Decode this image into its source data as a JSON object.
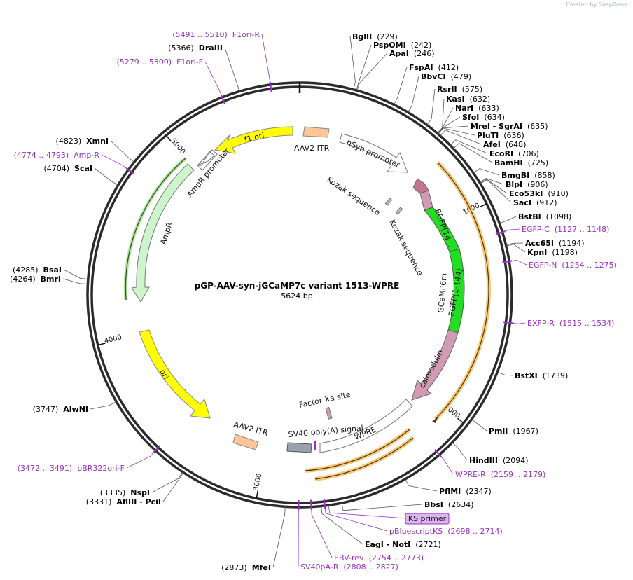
{
  "plasmid": {
    "name": "pGP-AAV-syn-jGCaMP7c variant 1513-WPRE",
    "length_text": "5624 bp",
    "length": 5624,
    "tick_labels": [
      "1000",
      "2000",
      "3000",
      "4000",
      "5000"
    ]
  },
  "credit": {
    "prefix": "Created by",
    "brand": "SnapGene"
  },
  "colors": {
    "backbone": "#2b2b2b",
    "primer": "#9b30c6",
    "enzyme_line": "#555555",
    "f1_ori": "#ffff00",
    "ori": "#ffff00",
    "ampr": "#ccf5cc",
    "promoter": "#ffffff",
    "itr": "#ffc59a",
    "egfp": "#22dd22",
    "calmodulin": "#d19bb4",
    "wpre_outline": "#f5c87a",
    "polya": "#9aa3ad",
    "ks_primer_box": "#ddb3f0"
  },
  "features": [
    {
      "label": "f1 ori"
    },
    {
      "label": "AAV2 ITR"
    },
    {
      "label": "hSyn promoter"
    },
    {
      "label": "AmpR promoter"
    },
    {
      "label": "AmpR"
    },
    {
      "label": "Kozak sequence"
    },
    {
      "label": "Kozak sequence"
    },
    {
      "label": "EGFP(14..."
    },
    {
      "label": "EGFP(1-144)"
    },
    {
      "label": "GCaMP6m"
    },
    {
      "label": "calmodulin"
    },
    {
      "label": "ori"
    },
    {
      "label": "Factor Xa site"
    },
    {
      "label": "SV40 poly(A) signal"
    },
    {
      "label": "WPRE"
    },
    {
      "label": "AAV2 ITR"
    }
  ],
  "labels": [
    {
      "kind": "enzyme",
      "name": "BglII",
      "pos": "(229)"
    },
    {
      "kind": "enzyme",
      "name": "PspOMI",
      "pos": "(242)"
    },
    {
      "kind": "enzyme",
      "name": "ApaI",
      "pos": "(246)"
    },
    {
      "kind": "enzyme",
      "name": "FspAI",
      "pos": "(412)"
    },
    {
      "kind": "enzyme",
      "name": "BbvCI",
      "pos": "(479)"
    },
    {
      "kind": "enzyme",
      "name": "RsrII",
      "pos": "(575)"
    },
    {
      "kind": "enzyme",
      "name": "KasI",
      "pos": "(632)"
    },
    {
      "kind": "enzyme",
      "name": "NarI",
      "pos": "(633)"
    },
    {
      "kind": "enzyme",
      "name": "SfoI",
      "pos": "(634)"
    },
    {
      "kind": "enzyme",
      "name": "MreI",
      "suffix": " - SgrAI",
      "pos": "(635)"
    },
    {
      "kind": "enzyme",
      "name": "PluTI",
      "pos": "(636)"
    },
    {
      "kind": "enzyme",
      "name": "AfeI",
      "pos": "(648)"
    },
    {
      "kind": "enzyme",
      "name": "EcoRI",
      "pos": "(706)"
    },
    {
      "kind": "enzyme",
      "name": "BamHI",
      "pos": "(725)"
    },
    {
      "kind": "enzyme",
      "name": "BmgBI",
      "pos": "(858)"
    },
    {
      "kind": "enzyme",
      "name": "BlpI",
      "pos": "(906)"
    },
    {
      "kind": "enzyme",
      "name": "Eco53kI",
      "pos": "(910)"
    },
    {
      "kind": "enzyme",
      "name": "SacI",
      "pos": "(912)"
    },
    {
      "kind": "enzyme",
      "name": "BstBI",
      "pos": "(1098)"
    },
    {
      "kind": "primer",
      "name": "EGFP-C",
      "pos": "(1127 .. 1148)"
    },
    {
      "kind": "enzyme",
      "name": "Acc65I",
      "pos": "(1194)"
    },
    {
      "kind": "enzyme",
      "name": "KpnI",
      "pos": "(1198)"
    },
    {
      "kind": "primer",
      "name": "EGFP-N",
      "pos": "(1254 .. 1275)"
    },
    {
      "kind": "primer",
      "name": "EXFP-R",
      "pos": "(1515 .. 1534)"
    },
    {
      "kind": "enzyme",
      "name": "BstXI",
      "pos": "(1739)"
    },
    {
      "kind": "enzyme",
      "name": "PmlI",
      "pos": "(1967)"
    },
    {
      "kind": "enzyme",
      "name": "HindIII",
      "pos": "(2094)"
    },
    {
      "kind": "primer",
      "name": "WPRE-R",
      "pos": "(2159 .. 2179)"
    },
    {
      "kind": "enzyme",
      "name": "PflMI",
      "pos": "(2347)"
    },
    {
      "kind": "enzyme",
      "name": "BbsI",
      "pos": "(2634)"
    },
    {
      "kind": "primer_box",
      "name": "KS primer",
      "pos": ""
    },
    {
      "kind": "primer",
      "name": "pBluescriptKS",
      "pos": "(2698 .. 2714)"
    },
    {
      "kind": "enzyme",
      "name": "EagI",
      "suffix": " - NotI",
      "pos": "(2721)"
    },
    {
      "kind": "primer",
      "name": "EBV-rev",
      "pos": "(2754 .. 2773)"
    },
    {
      "kind": "primer",
      "name": "SV40pA-R",
      "pos": "(2808 .. 2827)"
    },
    {
      "kind": "enzyme",
      "name": "MfeI",
      "pos": "(2873)",
      "pos_first": true
    },
    {
      "kind": "enzyme",
      "name": "NspI",
      "pos": "(3335)",
      "pos_first": true
    },
    {
      "kind": "enzyme",
      "name": "AflIII",
      "suffix": " - PciI",
      "pos": "(3331)",
      "pos_first": true
    },
    {
      "kind": "primer",
      "name": "pBR322ori-F",
      "pos": "(3472 .. 3491)",
      "pos_first": true
    },
    {
      "kind": "enzyme",
      "name": "AlwNI",
      "pos": "(3747)",
      "pos_first": true
    },
    {
      "kind": "enzyme",
      "name": "BsaI",
      "pos": "(4285)",
      "pos_first": true
    },
    {
      "kind": "enzyme",
      "name": "BmrI",
      "pos": "(4264)",
      "pos_first": true
    },
    {
      "kind": "enzyme",
      "name": "ScaI",
      "pos": "(4704)",
      "pos_first": true
    },
    {
      "kind": "primer",
      "name": "Amp-R",
      "pos": "(4774 .. 4793)",
      "pos_first": true
    },
    {
      "kind": "enzyme",
      "name": "XmnI",
      "pos": "(4823)",
      "pos_first": true
    },
    {
      "kind": "primer",
      "name": "F1ori-F",
      "pos": "(5279 .. 5300)",
      "pos_first": true
    },
    {
      "kind": "enzyme",
      "name": "DraIII",
      "pos": "(5366)",
      "pos_first": true
    },
    {
      "kind": "primer",
      "name": "F1ori-R",
      "pos": "(5491 .. 5510)",
      "pos_first": true
    }
  ]
}
